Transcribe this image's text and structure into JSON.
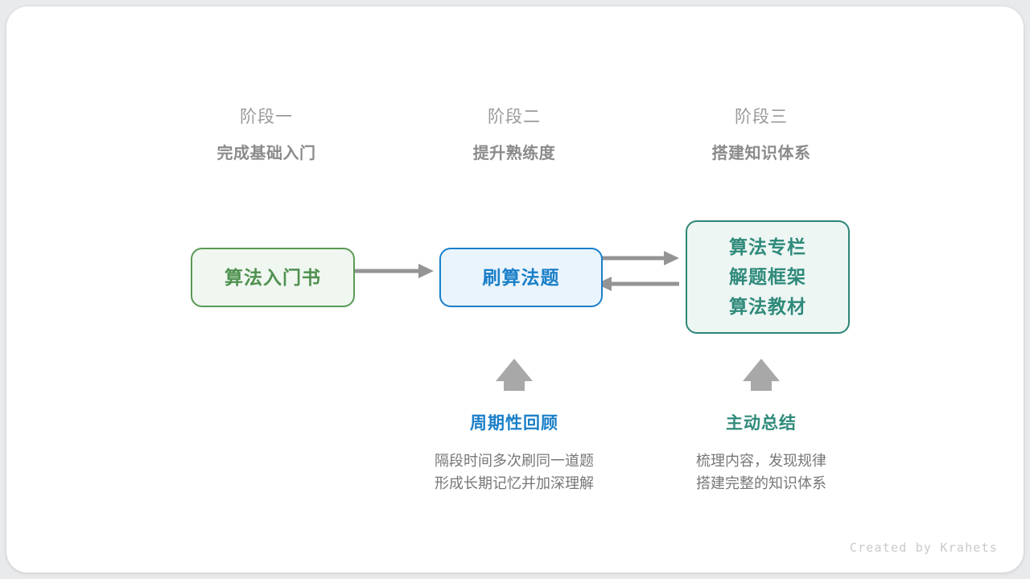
{
  "canvas": {
    "background": "#ffffff",
    "card_background": "#ffffff",
    "outer_background": "#e9eaec"
  },
  "palette": {
    "green": "#4e9150",
    "green_border": "#5a9a56",
    "green_fill": "#f0f6f0",
    "blue": "#1a7fc8",
    "blue_border": "#1a80cc",
    "blue_fill": "#eaf4fc",
    "teal": "#2f8a7b",
    "teal_border": "#2c8577",
    "teal_fill": "#edf6f3",
    "gray_text": "#8b8b8b",
    "gray_light_text": "#9a9a9a",
    "arrow_gray": "#949494",
    "watermark_gray": "#c9c9c9"
  },
  "stages": [
    {
      "name": "阶段一",
      "goal": "完成基础入门"
    },
    {
      "name": "阶段二",
      "goal": "提升熟练度"
    },
    {
      "name": "阶段三",
      "goal": "搭建知识体系"
    }
  ],
  "boxes": {
    "intro_book": {
      "lines": [
        "算法入门书"
      ],
      "color": "#4e9150"
    },
    "practice": {
      "lines": [
        "刷算法题"
      ],
      "color": "#1a7fc8"
    },
    "knowledge": {
      "lines": [
        "算法专栏",
        "解题框架",
        "算法教材"
      ],
      "color": "#2f8a7b"
    }
  },
  "arrows": [
    {
      "id": "book-to-practice",
      "direction": "right"
    },
    {
      "id": "practice-to-knowledge",
      "direction": "right"
    },
    {
      "id": "knowledge-to-practice",
      "direction": "left"
    },
    {
      "id": "review-up",
      "direction": "up"
    },
    {
      "id": "summary-up",
      "direction": "up"
    }
  ],
  "notes": [
    {
      "id": "review",
      "title": "周期性回顾",
      "desc_lines": [
        "隔段时间多次刷同一道题",
        "形成长期记忆并加深理解"
      ],
      "color": "#1a7fc8"
    },
    {
      "id": "summary",
      "title": "主动总结",
      "desc_lines": [
        "梳理内容，发现规律",
        "搭建完整的知识体系"
      ],
      "color": "#2f8a7b"
    }
  ],
  "watermark": "Created by Krahets"
}
